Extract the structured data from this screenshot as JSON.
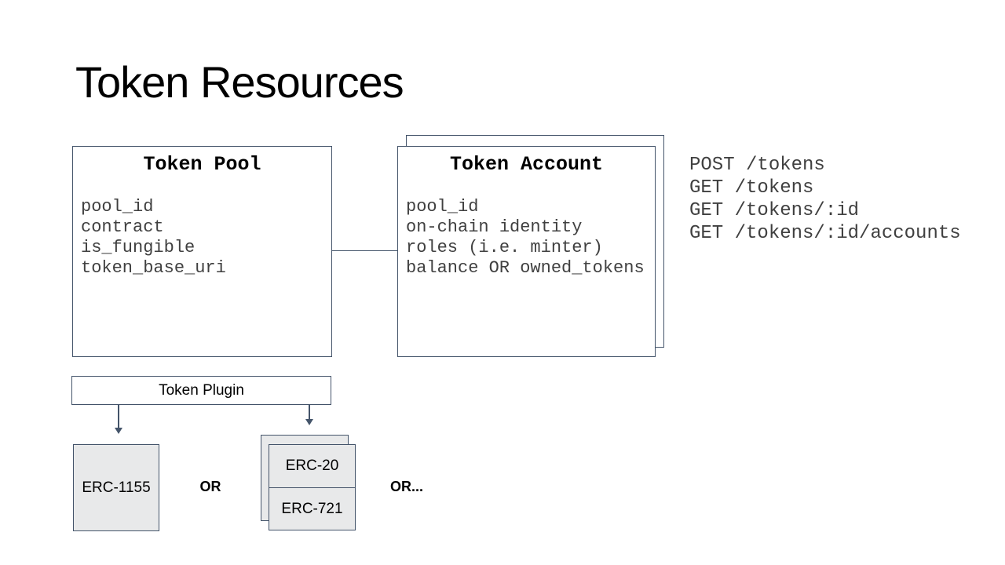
{
  "slide": {
    "title": "Token Resources",
    "diagram": {
      "token_pool": {
        "title": "Token Pool",
        "fields": [
          "pool_id",
          "contract",
          "is_fungible",
          "token_base_uri"
        ]
      },
      "token_account": {
        "title": "Token Account",
        "fields": [
          "pool_id",
          "on-chain identity",
          "roles (i.e. minter)",
          "balance OR owned_tokens"
        ]
      },
      "api_endpoints": [
        "POST /tokens",
        "GET /tokens",
        "GET /tokens/:id",
        "GET /tokens/:id/accounts"
      ],
      "plugin": {
        "label": "Token Plugin",
        "options": {
          "erc1155": "ERC-1155",
          "or_separator": "OR",
          "erc20": "ERC-20",
          "erc721": "ERC-721",
          "or_more": "OR..."
        }
      },
      "colors": {
        "border": "#44546a",
        "gray_fill": "#e8e9ea",
        "muted_text": "#404040",
        "text": "#000000"
      }
    }
  }
}
